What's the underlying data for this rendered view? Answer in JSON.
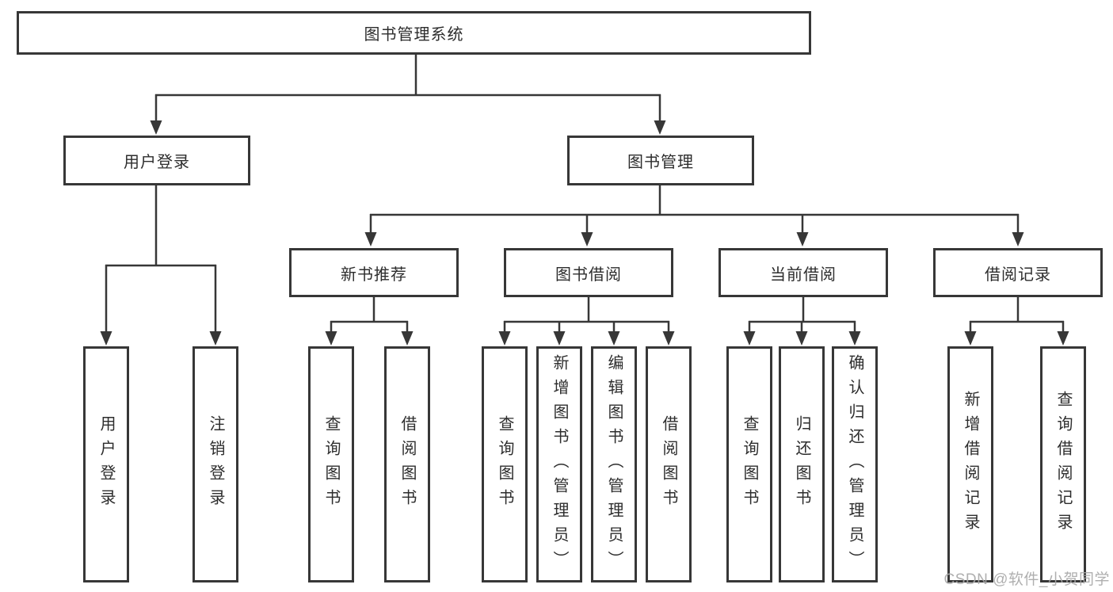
{
  "nodes": {
    "root": "图书管理系统",
    "level2": [
      "用户登录",
      "图书管理"
    ],
    "level3": [
      "新书推荐",
      "图书借阅",
      "当前借阅",
      "借阅记录"
    ],
    "leaves": {
      "user_login": [
        "用户登录",
        "注销登录"
      ],
      "new_book": [
        "查询图书",
        "借阅图书"
      ],
      "book_borrow": [
        "查询图书",
        "新增图书（管理员）",
        "编辑图书（管理员）",
        "借阅图书"
      ],
      "current_borrow": [
        "查询图书",
        "归还图书",
        "确认归还（管理员）"
      ],
      "borrow_record": [
        "新增借阅记录",
        "查询借阅记录"
      ]
    }
  },
  "watermark": "CSDN @软件_小贺同学",
  "colors": {
    "line": "#373737",
    "text": "#2d2d2d",
    "watermark": "#a8a8a8",
    "background": "#ffffff"
  }
}
